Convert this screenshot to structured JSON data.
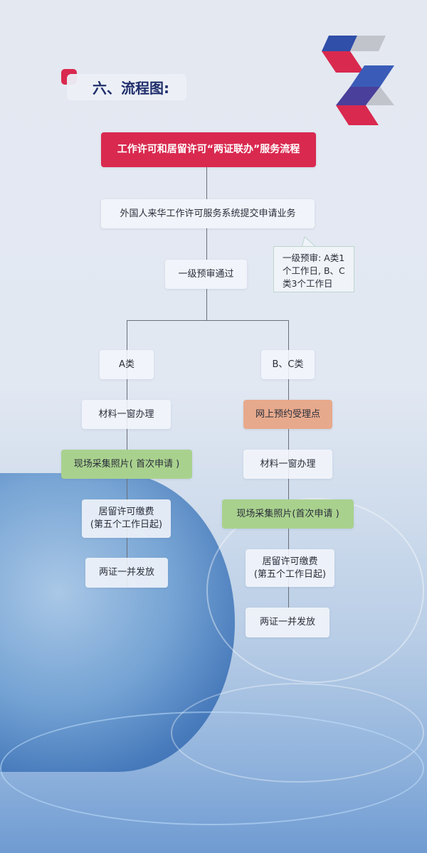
{
  "section_title": "六、流程图:",
  "header": "工作许可和居留许可“两证联办”服务流程",
  "step_submit": "外国人来华工作许可服务系统提交申请业务",
  "step_pretrial": "一级预审通过",
  "note": "一级预审: A类1个工作日, B、C类3个工作日",
  "branch_a": {
    "label": "A类",
    "steps": [
      "材料一窗办理",
      "现场采集照片( 首次申请 )",
      "居留许可缴费\n(第五个工作日起)",
      "两证一并发放"
    ]
  },
  "branch_bc": {
    "label": "B、C类",
    "steps": [
      "网上预约受理点",
      "材料一窗办理",
      "现场采集照片(首次申请 )",
      "居留许可缴费\n(第五个工作日起)",
      "两证一并发放"
    ]
  },
  "colors": {
    "header": "#d9294f",
    "photo_step": "#a9d18e",
    "appointment_step": "#e7a98c",
    "title_text": "#1f2d6b"
  }
}
